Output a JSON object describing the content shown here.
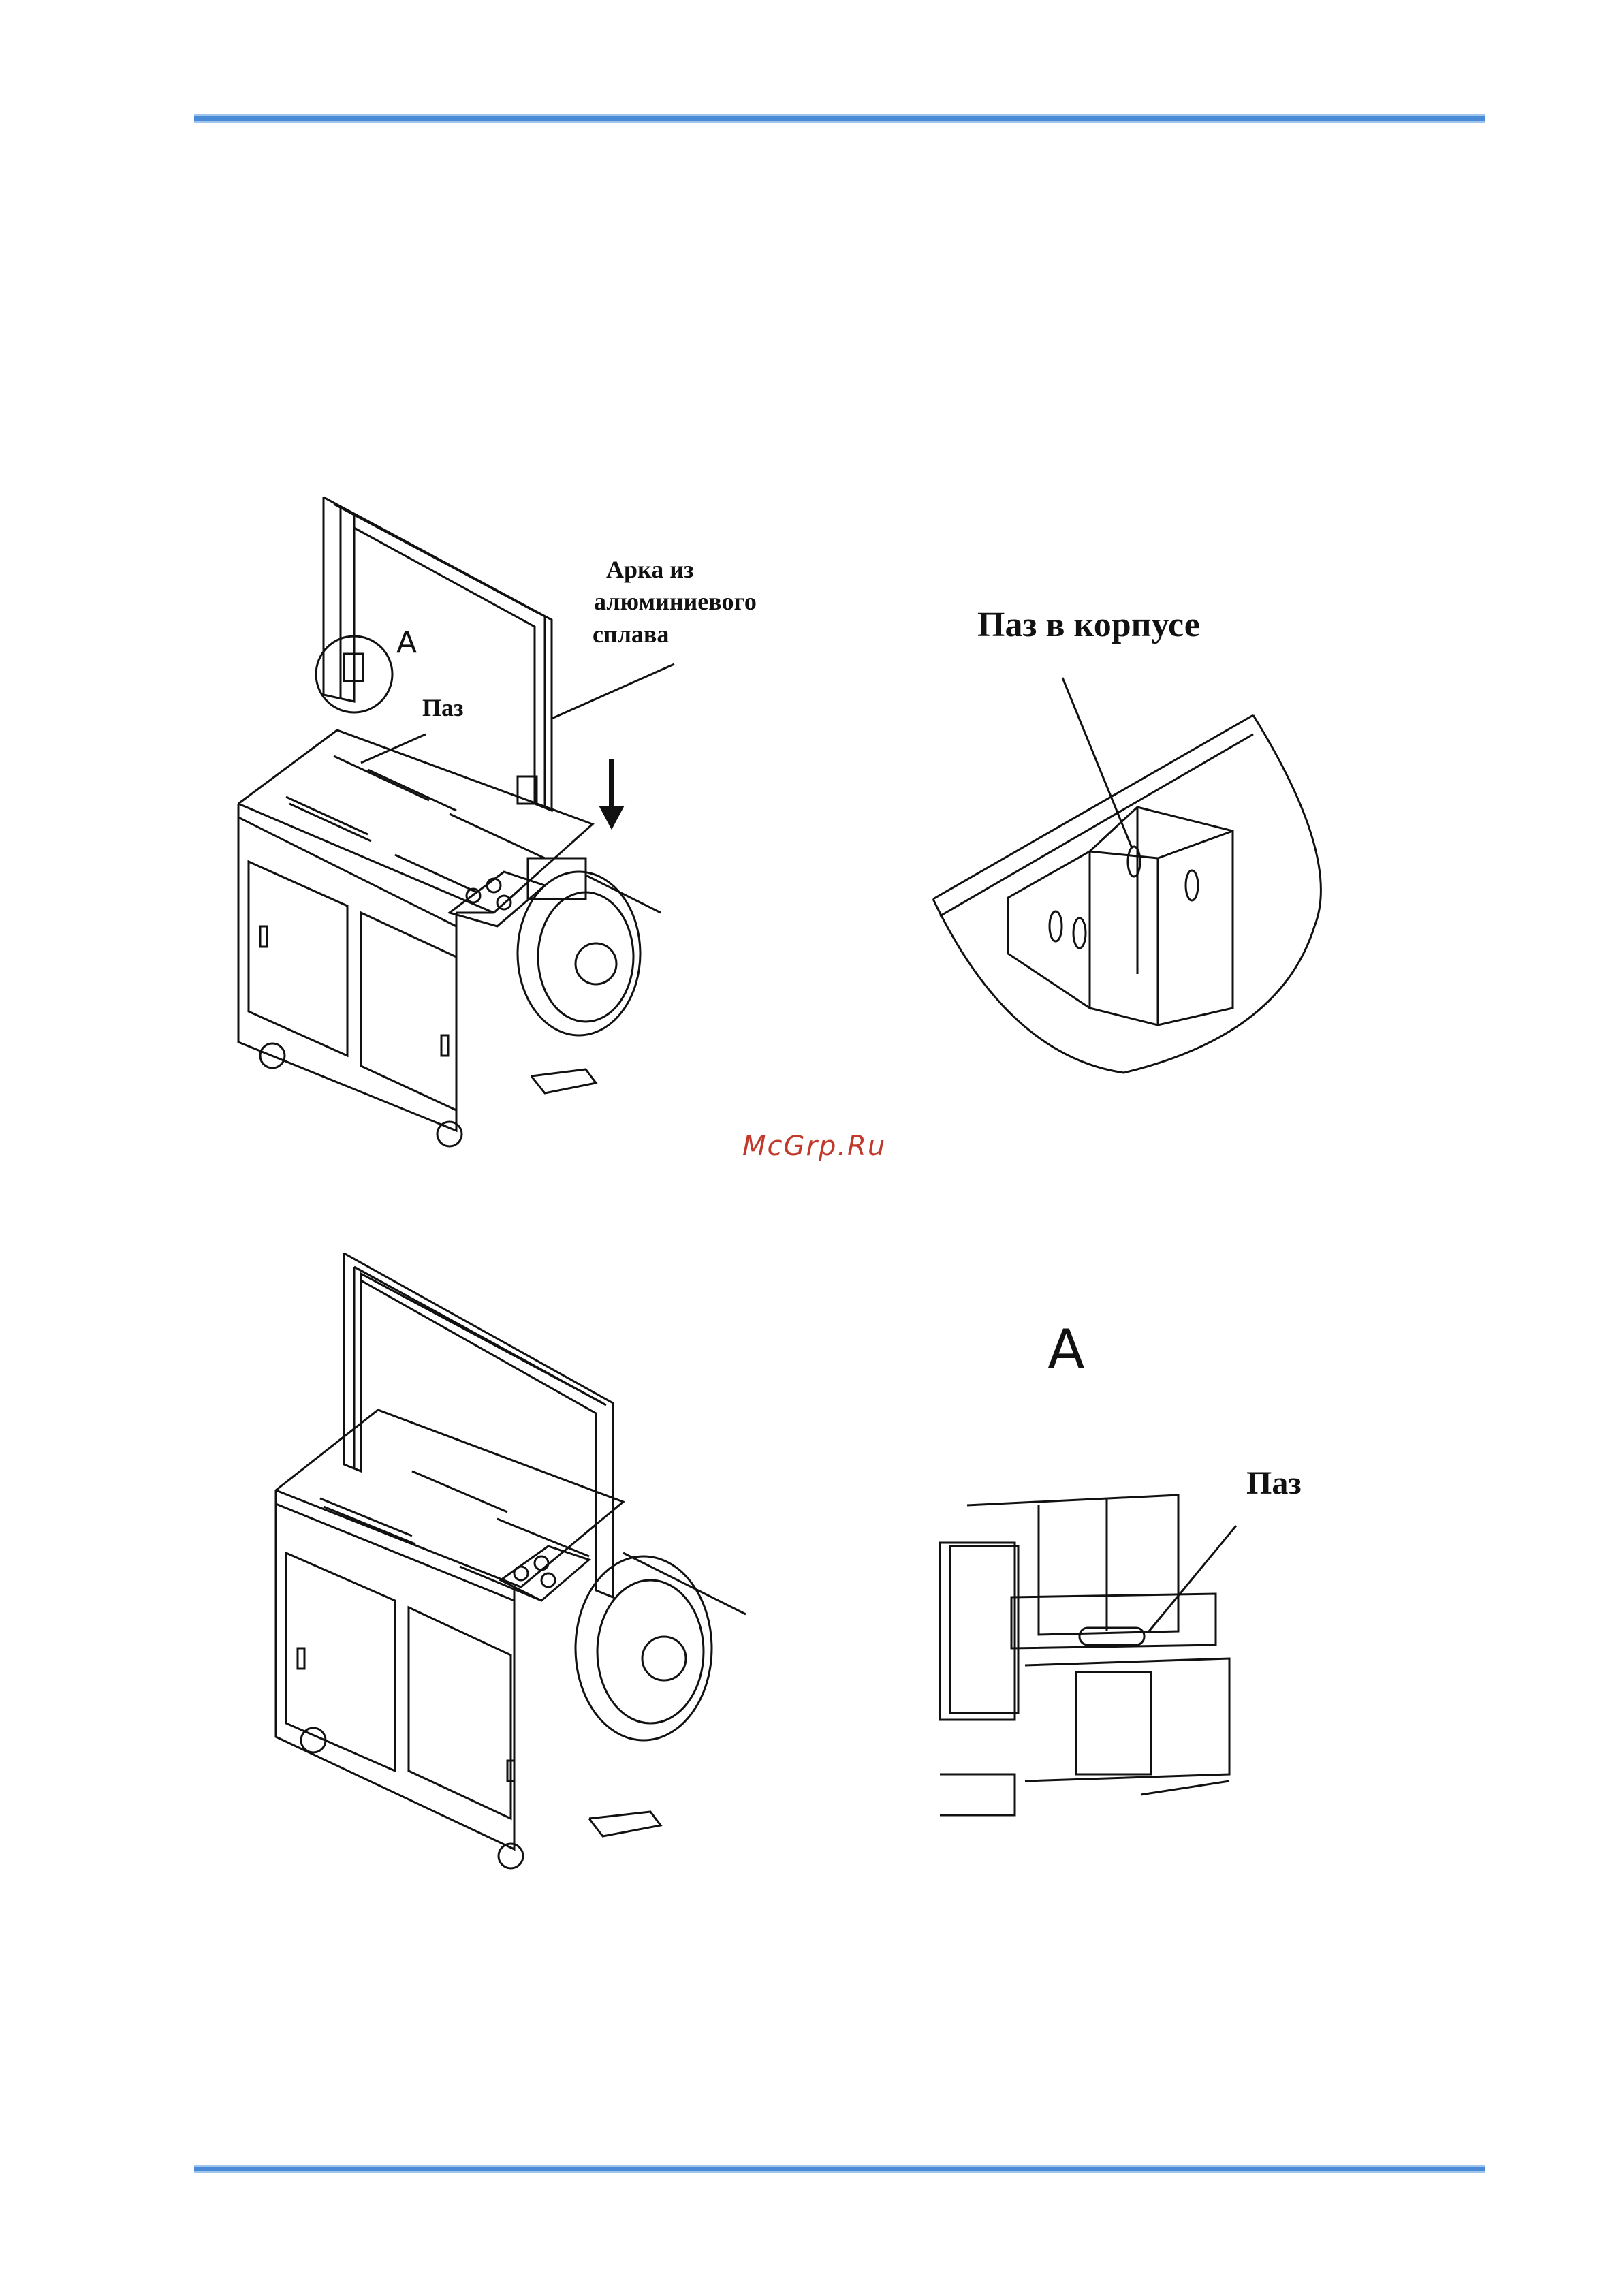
{
  "labels": {
    "arch": [
      "Арка из",
      "алюминиевого",
      "сплава"
    ],
    "groove_top": "Паз",
    "detail_a_small": "A",
    "groove_in_body": "Паз в корпусе",
    "detail_a_big": "A",
    "groove_detail": "Паз"
  },
  "watermark": "McGrp.Ru",
  "colors": {
    "rule": "#4a8bd8",
    "watermark": "#c0392b",
    "line": "#111111"
  }
}
